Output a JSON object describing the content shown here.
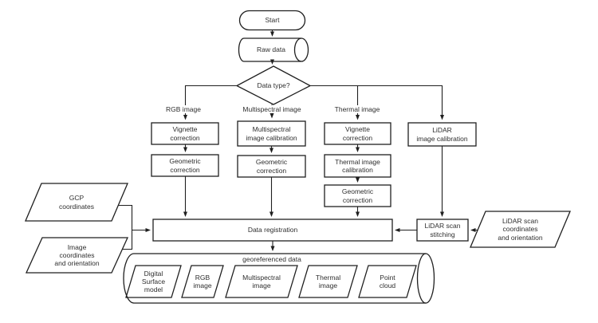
{
  "diagram_type": "flowchart",
  "nodes": {
    "start": "Start",
    "raw_data": "Raw data",
    "decision": "Data type?",
    "branch_rgb": "RGB image",
    "branch_multispectral": "Multispectral image",
    "branch_thermal": "Thermal image",
    "vignette_correction_rgb": "Vignette\ncorrection",
    "multispectral_calibration": "Multispectral\nimage calibration",
    "vignette_correction_thermal": "Vignette\ncorrection",
    "lidar_image_calibration": "LiDAR\nimage calibration",
    "geometric_correction_rgb": "Geometric\ncorrection",
    "geometric_correction_multispectral": "Geometric\ncorrection",
    "thermal_image_calibration": "Thermal image\ncalibration",
    "geometric_correction_thermal": "Geometric\ncorrection",
    "gcp_coordinates": "GCP\ncoordinates",
    "image_coordinates": "Image\ncoordinates\nand orientation",
    "data_registration": "Data registration",
    "lidar_scan_stitching": "LiDAR scan\nstitching",
    "lidar_scan_coordinates": "LiDAR scan\ncoordinates\nand orientation",
    "georeferenced_data": "georeferenced data",
    "output_dsm": "Digital\nSurface\nmodel",
    "output_rgb": "RGB\nimage",
    "output_multispectral": "Multispectral\nimage",
    "output_thermal": "Thermal\nimage",
    "output_point_cloud": "Point\ncloud"
  },
  "colors": {
    "line": "#1f1f1f",
    "text": "#2e2e2e",
    "background": "#ffffff"
  }
}
